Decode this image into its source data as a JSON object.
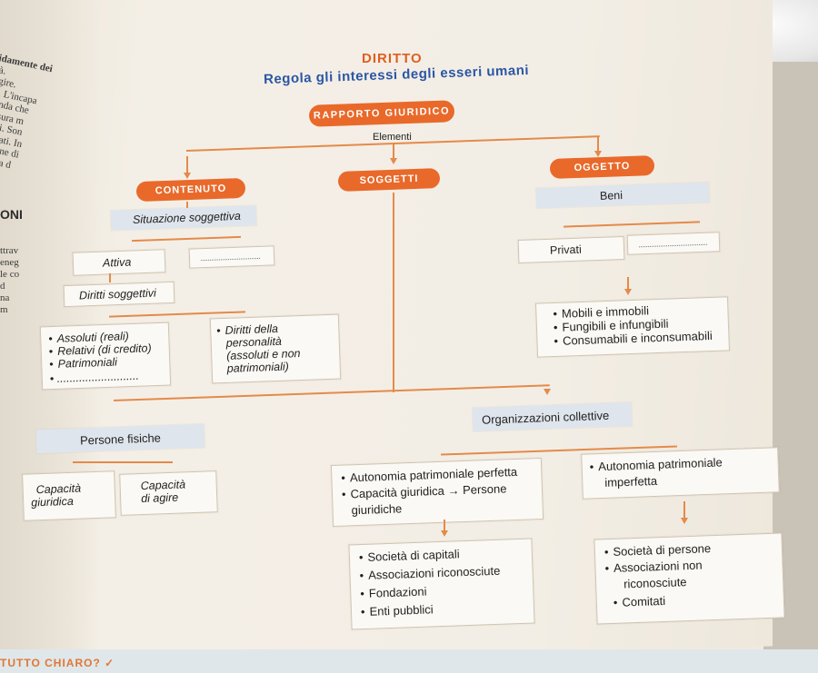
{
  "edge_text": [
    "idamente dei",
    "tà.",
    "agire.",
    "ci. L'incapa",
    "conda che",
    "misura m",
    "detti. Son",
    "ncipati. In",
    "tuzione di",
    "si cura d",
    "ONI",
    "ttrav",
    "eneg",
    "le co",
    "d",
    "na",
    "m"
  ],
  "title": {
    "main": "DIRITTO",
    "sub": "Regola gli interessi degli esseri umani"
  },
  "rapporto": "RAPPORTO GIURIDICO",
  "elementi": "Elementi",
  "contenuto": {
    "header": "CONTENUTO",
    "situazione": "Situazione soggettiva",
    "attiva": "Attiva",
    "diritti": "Diritti soggettivi",
    "left_items": [
      "Assoluti (reali)",
      "Relativi (di credito)",
      "Patrimoniali"
    ],
    "right_items": [
      "Diritti della",
      "personalità",
      "(assoluti e non",
      "patrimoniali)"
    ]
  },
  "soggetti": {
    "header": "SOGGETTI",
    "persone_fisiche": "Persone fisiche",
    "cap_giuridica": [
      "Capacità",
      "giuridica"
    ],
    "cap_agire": [
      "Capacità",
      "di agire"
    ],
    "organizzazioni": "Organizzazioni collettive",
    "perfetta": [
      "Autonomia patrimoniale perfetta",
      "Capacità giuridica → Persone",
      "giuridiche"
    ],
    "imperfetta": [
      "Autonomia patrimoniale",
      "imperfetta"
    ],
    "capitali": [
      "Società di capitali",
      "Associazioni riconosciute",
      "Fondazioni",
      "Enti pubblici"
    ],
    "persone": [
      "Società di persone",
      "Associazioni non",
      "riconosciute",
      "Comitati"
    ]
  },
  "oggetto": {
    "header": "OGGETTO",
    "beni": "Beni",
    "privati": "Privati",
    "items": [
      "Mobili e immobili",
      "Fungibili e infungibili",
      "Consumabili e inconsumabili"
    ]
  },
  "footer": "TUTTO CHIARO? ✓"
}
